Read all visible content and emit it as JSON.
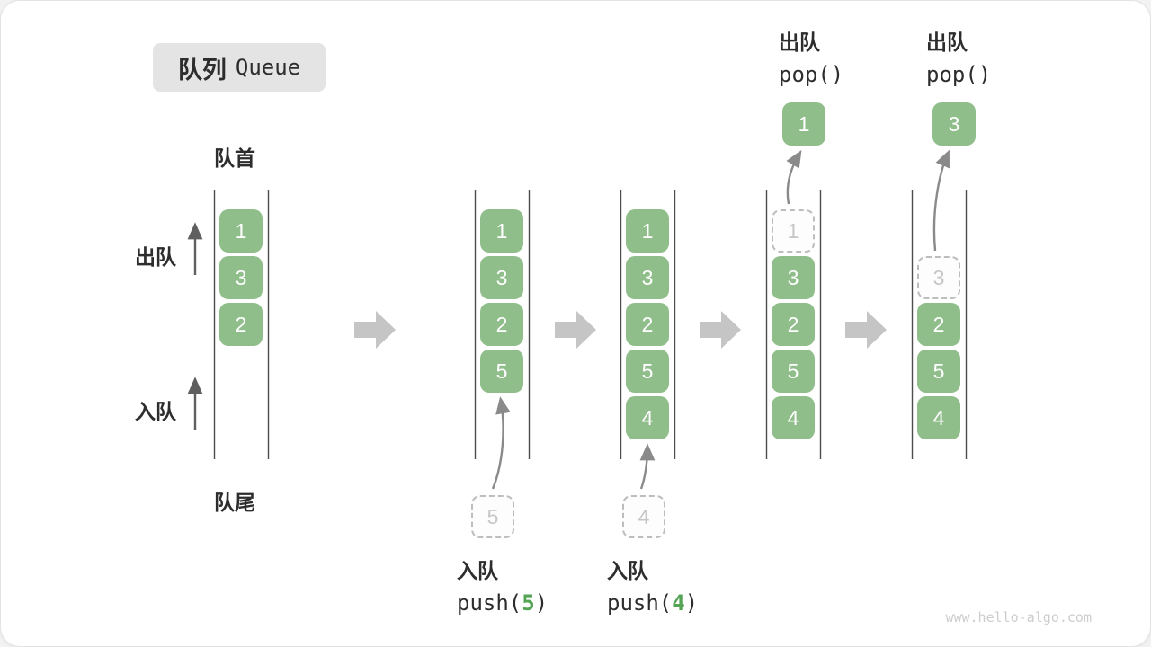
{
  "title": {
    "zh": "队列",
    "en": "Queue"
  },
  "labels": {
    "front": "队首",
    "rear": "队尾",
    "dequeue": "出队",
    "enqueue": "入队"
  },
  "watermark": "www.hello-algo.com",
  "colors": {
    "box_green": "#8FBE8B",
    "accent_green": "#55A455",
    "ghost_border": "#BDBDBD",
    "ghost_text": "#C6C6C6",
    "big_arrow_gray": "#C5C5C5",
    "queue_wall": "#4D4D4D",
    "text_dark": "#2D2D2D",
    "thin_arrow_gray": "#8A8A8A",
    "title_bg": "#E4E4E4",
    "watermark_gray": "#CDCDCD"
  },
  "states": [
    {
      "items": [
        "1",
        "3",
        "2"
      ]
    },
    {
      "items": [
        "1",
        "3",
        "2",
        "5"
      ],
      "incoming": "5"
    },
    {
      "items": [
        "1",
        "3",
        "2",
        "5",
        "4"
      ],
      "incoming": "4"
    },
    {
      "ghost": "1",
      "items": [
        "3",
        "2",
        "5",
        "4"
      ],
      "popped": "1"
    },
    {
      "ghost": "3",
      "items": [
        "2",
        "5",
        "4"
      ],
      "popped": "3"
    }
  ],
  "operations": {
    "push5": {
      "name": "入队",
      "call_open": "push(",
      "arg": "5",
      "call_close": ")"
    },
    "push4": {
      "name": "入队",
      "call_open": "push(",
      "arg": "4",
      "call_close": ")"
    },
    "pop1": {
      "name": "出队",
      "call": "pop()"
    },
    "pop2": {
      "name": "出队",
      "call": "pop()"
    }
  }
}
